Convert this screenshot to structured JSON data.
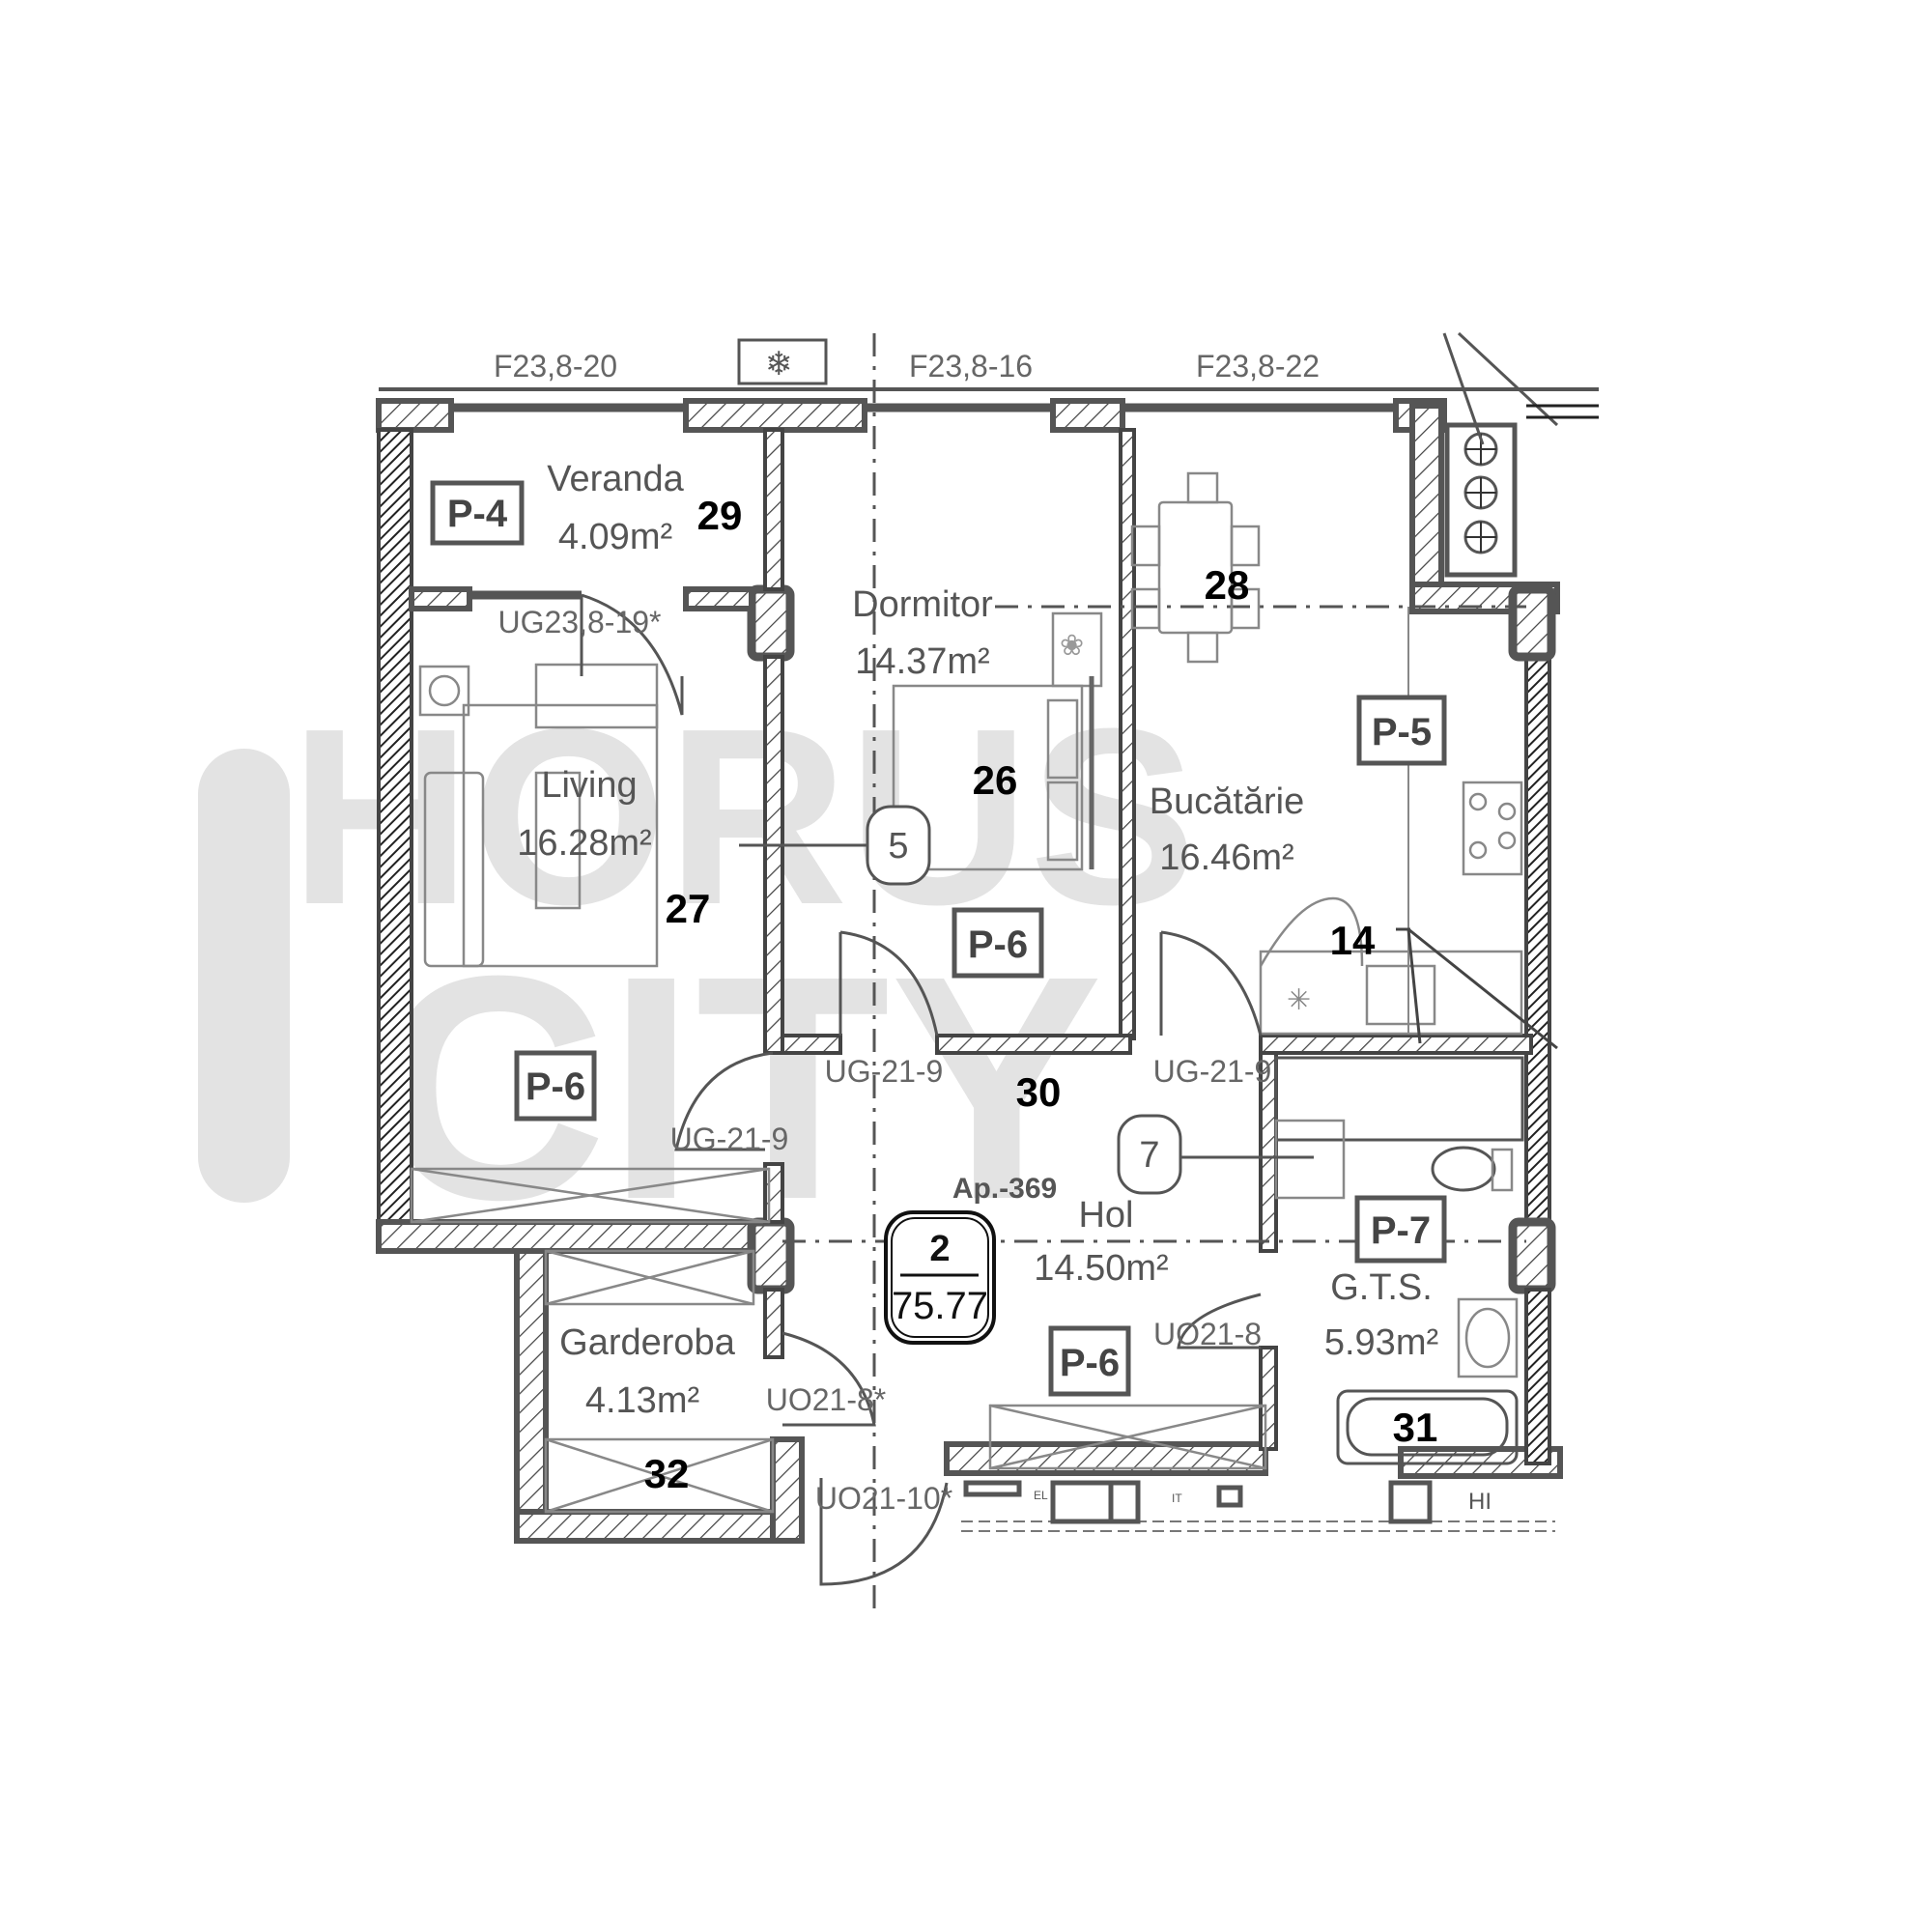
{
  "watermark": {
    "line1": "HORUS",
    "line2": "CITY",
    "color": "#e3e3e3"
  },
  "apartment": {
    "id_label": "Ap.-369",
    "rooms_count": "2",
    "total_area": "75.77"
  },
  "window_codes": [
    {
      "label": "F23,8-20"
    },
    {
      "label": "F23,8-16"
    },
    {
      "label": "F23,8-22"
    }
  ],
  "rooms": {
    "veranda": {
      "name": "Veranda",
      "area": "4.09m²",
      "tag": "P-4",
      "number": "29"
    },
    "living": {
      "name": "Living",
      "area": "16.28m²",
      "tag": "P-6",
      "number": "27"
    },
    "dormitor": {
      "name": "Dormitor",
      "area": "14.37m²",
      "tag": "P-6",
      "number": "26"
    },
    "bucatarie": {
      "name": "Bucătărie",
      "area": "16.46m²",
      "tag": "P-5",
      "number": "28"
    },
    "hol": {
      "name": "Hol",
      "area": "14.50m²",
      "tag": "P-6",
      "number": "30"
    },
    "garderoba": {
      "name": "Garderoba",
      "area": "4.13m²",
      "number": "32"
    },
    "gts": {
      "name": "G.T.S.",
      "area": "5.93m²",
      "tag": "P-7",
      "number": "31"
    }
  },
  "door_codes": {
    "veranda_door": "UG23,8-19*",
    "living_door": "UG-21-9",
    "dormitor_door": "UG-21-9",
    "kitchen_door": "UG-21-9",
    "garderoba_door": "UO21-8*",
    "entrance_door": "UO21-10*",
    "bath_door": "UO21-8"
  },
  "markers": {
    "kitchen_unit": "14",
    "ref_5": "5",
    "ref_7": "7"
  },
  "small_labels": {
    "el": "EL",
    "it": "IT",
    "hi": "HI"
  }
}
